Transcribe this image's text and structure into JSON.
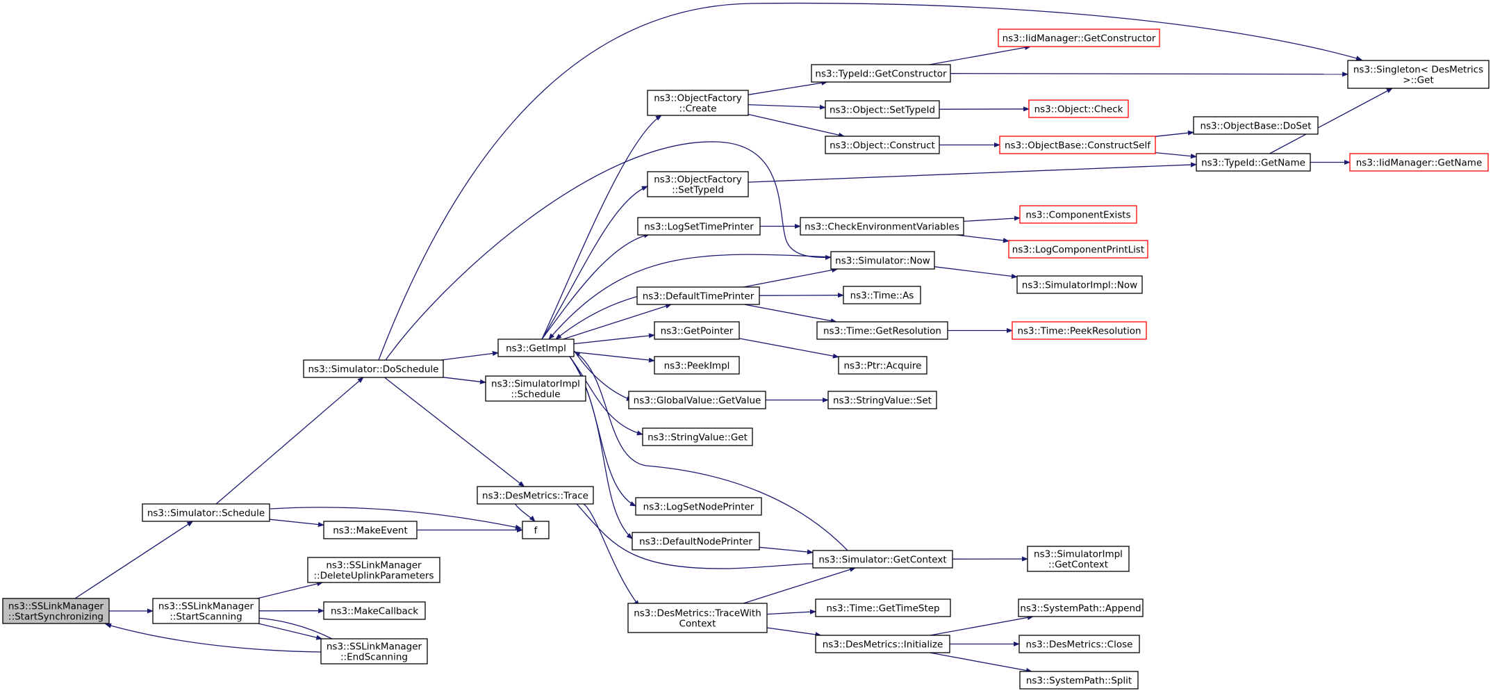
{
  "graph": {
    "title": "",
    "colors": {
      "edge": "#191970",
      "normal_border": "#000000",
      "red_border": "#ff0000",
      "root_fill": "#bfbfbf"
    },
    "nodes": [
      {
        "id": "startSync",
        "lines": [
          "ns3::SSLinkManager",
          "::StartSynchronizing"
        ],
        "style": "root"
      },
      {
        "id": "schedule",
        "lines": [
          "ns3::Simulator::Schedule"
        ],
        "style": "normal"
      },
      {
        "id": "startScanning",
        "lines": [
          "ns3::SSLinkManager",
          "::StartScanning"
        ],
        "style": "normal"
      },
      {
        "id": "doSchedule",
        "lines": [
          "ns3::Simulator::DoSchedule"
        ],
        "style": "normal"
      },
      {
        "id": "makeEvent",
        "lines": [
          "ns3::MakeEvent"
        ],
        "style": "normal"
      },
      {
        "id": "f",
        "lines": [
          "f"
        ],
        "style": "normal"
      },
      {
        "id": "deleteUplink",
        "lines": [
          "ns3::SSLinkManager",
          "::DeleteUplinkParameters"
        ],
        "style": "normal"
      },
      {
        "id": "makeCallback",
        "lines": [
          "ns3::MakeCallback"
        ],
        "style": "normal"
      },
      {
        "id": "endScanning",
        "lines": [
          "ns3::SSLinkManager",
          "::EndScanning"
        ],
        "style": "normal"
      },
      {
        "id": "getImpl",
        "lines": [
          "ns3::GetImpl"
        ],
        "style": "normal"
      },
      {
        "id": "simImplSchedule",
        "lines": [
          "ns3::SimulatorImpl",
          "::Schedule"
        ],
        "style": "normal"
      },
      {
        "id": "desTrace",
        "lines": [
          "ns3::DesMetrics::Trace"
        ],
        "style": "normal"
      },
      {
        "id": "ofCreate",
        "lines": [
          "ns3::ObjectFactory",
          "::Create"
        ],
        "style": "normal"
      },
      {
        "id": "ofSetTypeId",
        "lines": [
          "ns3::ObjectFactory",
          "::SetTypeId"
        ],
        "style": "normal"
      },
      {
        "id": "logSetTimePrinter",
        "lines": [
          "ns3::LogSetTimePrinter"
        ],
        "style": "normal"
      },
      {
        "id": "defaultTimePrinter",
        "lines": [
          "ns3::DefaultTimePrinter"
        ],
        "style": "normal"
      },
      {
        "id": "getPointer",
        "lines": [
          "ns3::GetPointer"
        ],
        "style": "normal"
      },
      {
        "id": "peekImpl",
        "lines": [
          "ns3::PeekImpl"
        ],
        "style": "normal"
      },
      {
        "id": "gvGetValue",
        "lines": [
          "ns3::GlobalValue::GetValue"
        ],
        "style": "normal"
      },
      {
        "id": "svGet",
        "lines": [
          "ns3::StringValue::Get"
        ],
        "style": "normal"
      },
      {
        "id": "logSetNodePrinter",
        "lines": [
          "ns3::LogSetNodePrinter"
        ],
        "style": "normal"
      },
      {
        "id": "defaultNodePrinter",
        "lines": [
          "ns3::DefaultNodePrinter"
        ],
        "style": "normal"
      },
      {
        "id": "traceWithContext",
        "lines": [
          "ns3::DesMetrics::TraceWith",
          "Context"
        ],
        "style": "normal"
      },
      {
        "id": "typeIdGetCtor",
        "lines": [
          "ns3::TypeId::GetConstructor"
        ],
        "style": "normal"
      },
      {
        "id": "objSetTypeId",
        "lines": [
          "ns3::Object::SetTypeId"
        ],
        "style": "normal"
      },
      {
        "id": "objConstruct",
        "lines": [
          "ns3::Object::Construct"
        ],
        "style": "normal"
      },
      {
        "id": "checkEnv",
        "lines": [
          "ns3::CheckEnvironmentVariables"
        ],
        "style": "normal"
      },
      {
        "id": "simNow",
        "lines": [
          "ns3::Simulator::Now"
        ],
        "style": "normal"
      },
      {
        "id": "timeAs",
        "lines": [
          "ns3::Time::As"
        ],
        "style": "normal"
      },
      {
        "id": "timeGetRes",
        "lines": [
          "ns3::Time::GetResolution"
        ],
        "style": "normal"
      },
      {
        "id": "ptrAcquire",
        "lines": [
          "ns3::Ptr::Acquire"
        ],
        "style": "normal"
      },
      {
        "id": "svSet",
        "lines": [
          "ns3::StringValue::Set"
        ],
        "style": "normal"
      },
      {
        "id": "simGetContext",
        "lines": [
          "ns3::Simulator::GetContext"
        ],
        "style": "normal"
      },
      {
        "id": "timeGetTimeStep",
        "lines": [
          "ns3::Time::GetTimeStep"
        ],
        "style": "normal"
      },
      {
        "id": "desInit",
        "lines": [
          "ns3::DesMetrics::Initialize"
        ],
        "style": "normal"
      },
      {
        "id": "iidGetCtor",
        "lines": [
          "ns3::IidManager::GetConstructor"
        ],
        "style": "red"
      },
      {
        "id": "objCheck",
        "lines": [
          "ns3::Object::Check"
        ],
        "style": "red"
      },
      {
        "id": "obConstructSelf",
        "lines": [
          "ns3::ObjectBase::ConstructSelf"
        ],
        "style": "red"
      },
      {
        "id": "componentExists",
        "lines": [
          "ns3::ComponentExists"
        ],
        "style": "red"
      },
      {
        "id": "logCompPrintList",
        "lines": [
          "ns3::LogComponentPrintList"
        ],
        "style": "red"
      },
      {
        "id": "simImplNow",
        "lines": [
          "ns3::SimulatorImpl::Now"
        ],
        "style": "normal"
      },
      {
        "id": "timePeekRes",
        "lines": [
          "ns3::Time::PeekResolution"
        ],
        "style": "red"
      },
      {
        "id": "simImplGetContext",
        "lines": [
          "ns3::SimulatorImpl",
          "::GetContext"
        ],
        "style": "normal"
      },
      {
        "id": "spAppend",
        "lines": [
          "ns3::SystemPath::Append"
        ],
        "style": "normal"
      },
      {
        "id": "desClose",
        "lines": [
          "ns3::DesMetrics::Close"
        ],
        "style": "normal"
      },
      {
        "id": "spSplit",
        "lines": [
          "ns3::SystemPath::Split"
        ],
        "style": "normal"
      },
      {
        "id": "obDoSet",
        "lines": [
          "ns3::ObjectBase::DoSet"
        ],
        "style": "normal"
      },
      {
        "id": "typeIdGetName",
        "lines": [
          "ns3::TypeId::GetName"
        ],
        "style": "normal"
      },
      {
        "id": "singletonGet",
        "lines": [
          "ns3::Singleton< DesMetrics",
          " >::Get"
        ],
        "style": "normal"
      },
      {
        "id": "iidGetName",
        "lines": [
          "ns3::IidManager::GetName"
        ],
        "style": "red"
      }
    ]
  }
}
